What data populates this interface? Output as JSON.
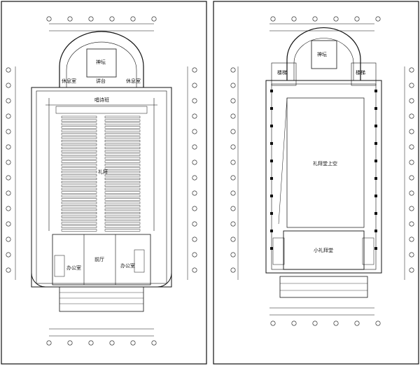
{
  "left_plan": {
    "room_labels": {
      "apse": "神坛",
      "vestry_left": "休息室",
      "platform": "讲台",
      "vestry_right": "休息室",
      "choir": "唱诗班",
      "nave": "礼拜",
      "entrance_hall": "前厅",
      "office_left": "办公室",
      "office_right": "办公室"
    }
  },
  "right_plan": {
    "room_labels": {
      "apse": "神坛",
      "side_left": "楼梯",
      "side_right": "楼梯",
      "void": "礼拜堂上空",
      "small_hall": "小礼拜堂"
    }
  }
}
